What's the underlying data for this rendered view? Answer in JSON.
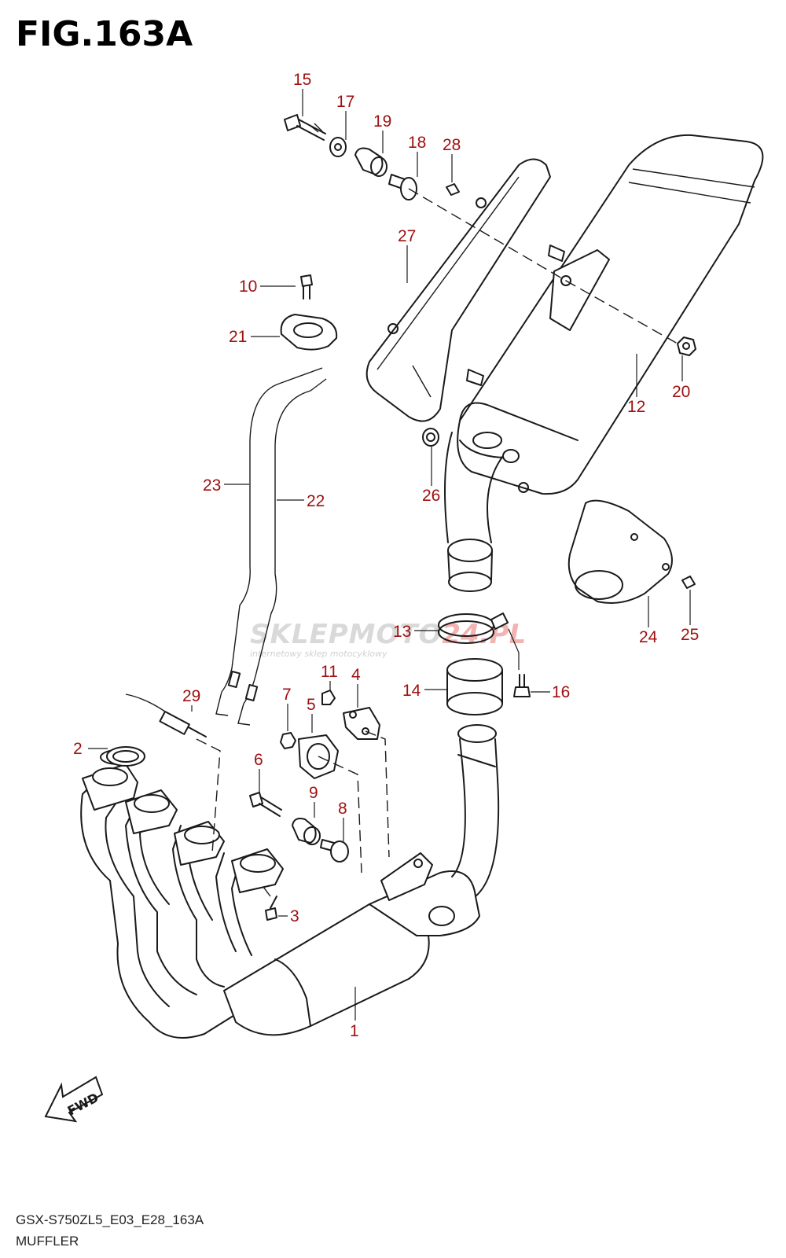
{
  "figure": {
    "title": "FIG.163A"
  },
  "footer": {
    "code": "GSX-S750ZL5_E03_E28_163A",
    "name": "MUFFLER"
  },
  "fwd_label": "FWD",
  "watermark": {
    "prefix": "SKLEPMOTO",
    "suffix": "24.PL",
    "tagline": "internetowy sklep motocyklowy"
  },
  "callouts": {
    "c1": "1",
    "c2": "2",
    "c3": "3",
    "c4": "4",
    "c5": "5",
    "c6": "6",
    "c7": "7",
    "c8": "8",
    "c9": "9",
    "c10": "10",
    "c11": "11",
    "c12": "12",
    "c13": "13",
    "c14": "14",
    "c15": "15",
    "c16": "16",
    "c17": "17",
    "c18": "18",
    "c19": "19",
    "c20": "20",
    "c21": "21",
    "c22": "22",
    "c23": "23",
    "c24": "24",
    "c25": "25",
    "c26": "26",
    "c27": "27",
    "c28": "28",
    "c29": "29"
  },
  "colors": {
    "callout": "#a01010",
    "line": "#1a1a1a",
    "background": "#ffffff"
  }
}
